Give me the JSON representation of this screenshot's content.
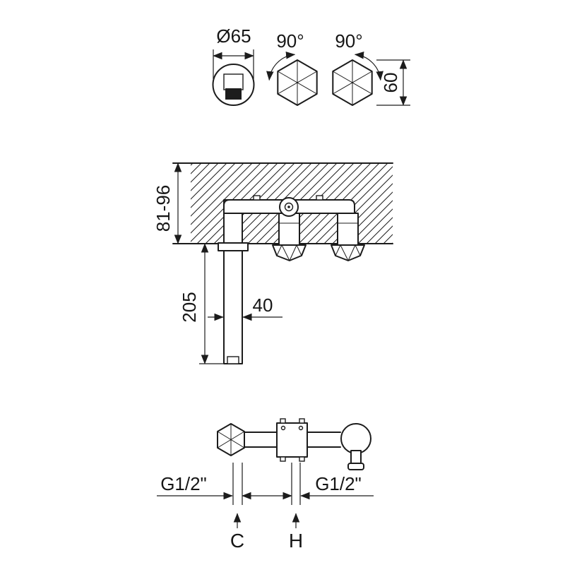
{
  "colors": {
    "line": "#1c1c1c",
    "background": "#ffffff"
  },
  "top_view": {
    "spout_diameter": "Ø65",
    "left_handle_rotation": "90°",
    "right_handle_rotation": "90°",
    "handle_height": "60"
  },
  "front_view": {
    "wall_depth_range": "81-96",
    "spout_drop": "205",
    "spout_width": "40"
  },
  "bottom_view": {
    "left_thread": "G1/2\"",
    "right_thread": "G1/2\"",
    "cold_label": "C",
    "hot_label": "H"
  }
}
